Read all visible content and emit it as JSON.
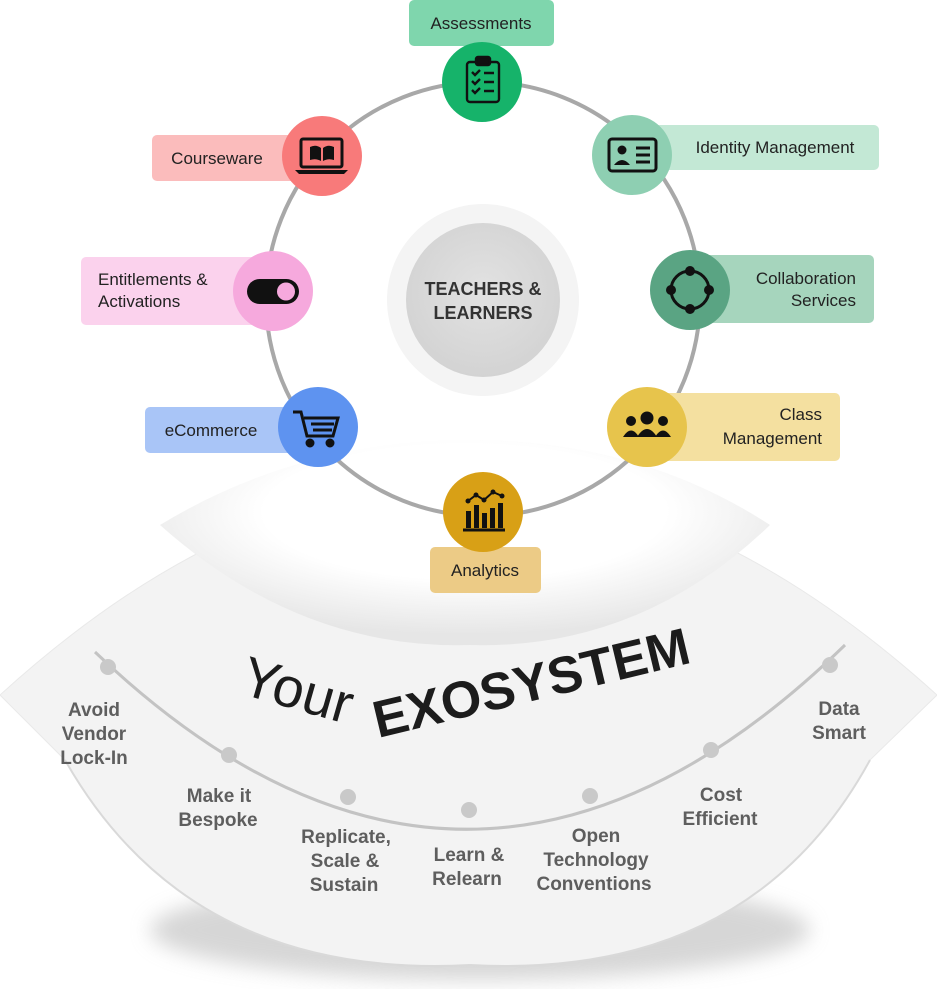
{
  "center": {
    "line1": "TEACHERS &",
    "line2": "LEARNERS"
  },
  "title": {
    "your": "Your",
    "exosystem": "EXOSYSTEM"
  },
  "nodes": {
    "assessments": {
      "label": "Assessments",
      "color": "#16b36a",
      "pill": "#7fd6ad",
      "icon": "clipboard-checklist-icon"
    },
    "identity": {
      "label": "Identity Management",
      "color": "#8ecfb2",
      "pill": "#c3e8d5",
      "icon": "id-card-icon"
    },
    "collaboration": {
      "line1": "Collaboration",
      "line2": "Services",
      "color": "#5aa483",
      "pill": "#a6d5bd",
      "icon": "network-icon"
    },
    "class": {
      "line1": "Class",
      "line2": "Management",
      "color": "#e7c44c",
      "pill": "#f4e0a0",
      "icon": "people-group-icon"
    },
    "analytics": {
      "label": "Analytics",
      "color": "#d8a016",
      "pill": "#eccb86",
      "icon": "bar-chart-icon"
    },
    "ecommerce": {
      "label": "eCommerce",
      "color": "#5e93f0",
      "pill": "#a9c5f7",
      "icon": "shopping-cart-icon"
    },
    "entitlements": {
      "line1": "Entitlements &",
      "line2": "Activations",
      "color": "#f6a9dd",
      "pill": "#fbd2ed",
      "icon": "toggle-switch-icon"
    },
    "courseware": {
      "label": "Courseware",
      "color": "#f87a7a",
      "pill": "#fbbcbc",
      "icon": "laptop-book-icon"
    }
  },
  "benefits": {
    "b1": [
      "Avoid",
      "Vendor",
      "Lock-In"
    ],
    "b2": [
      "Make it",
      "Bespoke"
    ],
    "b3": [
      "Replicate,",
      "Scale &",
      "Sustain"
    ],
    "b4": [
      "Learn &",
      "Relearn"
    ],
    "b5": [
      "Open",
      "Technology",
      "Conventions"
    ],
    "b6": [
      "Cost",
      "Efficient"
    ],
    "b7": [
      "Data",
      "Smart"
    ]
  }
}
